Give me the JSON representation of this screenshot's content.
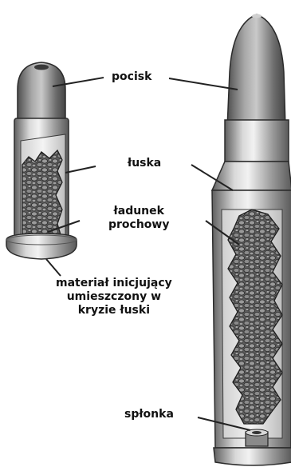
{
  "labels": {
    "bullet": "pocisk",
    "case": "łuska",
    "charge_line1": "ładunek",
    "charge_line2": "prochowy",
    "primer_material_line1": "materiał inicjujący",
    "primer_material_line2": "umieszczony w",
    "primer_material_line3": "kryzie łuski",
    "primer": "spłonka"
  },
  "colors": {
    "metal_dark": "#6e6e6e",
    "metal_mid": "#a9a9a9",
    "metal_light": "#e4e4e4",
    "powder": "#8c8c8c",
    "powder_outline": "#2f2f2f",
    "line": "#222222"
  }
}
